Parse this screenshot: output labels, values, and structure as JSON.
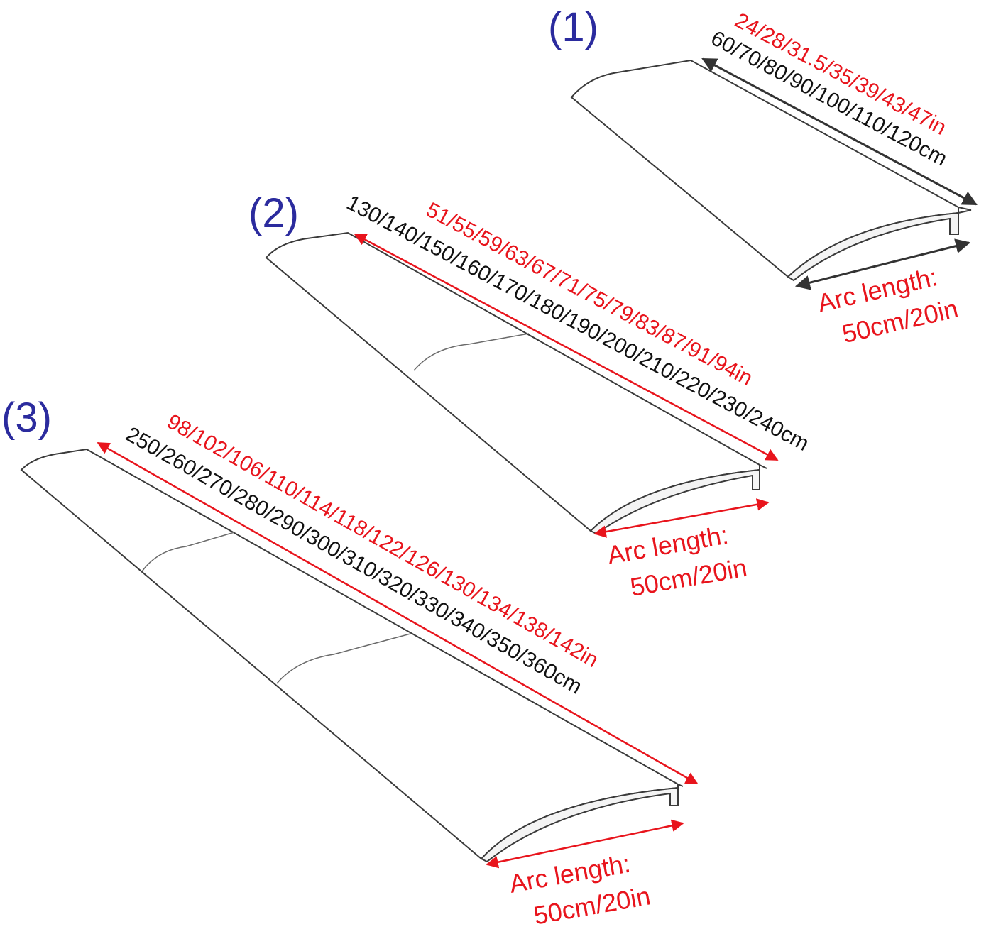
{
  "colors": {
    "label_number": "#2b2b9e",
    "red": "#e8141c",
    "black": "#111111"
  },
  "products": [
    {
      "id_label": "(1)",
      "inches": "24/28/31.5/35/39/43/47in",
      "cm": "60/70/80/90/100/110/120cm",
      "arc_line1": "Arc length:",
      "arc_line2": "50cm/20in",
      "sections": 1
    },
    {
      "id_label": "(2)",
      "inches": "51/55/59/63/67/71/75/79/83/87/91/94in",
      "cm": "130/140/150/160/170/180/190/200/210/220/230/240cm",
      "arc_line1": "Arc length:",
      "arc_line2": "50cm/20in",
      "sections": 2
    },
    {
      "id_label": "(3)",
      "inches": "98/102/106/110/114/118/122/126/130/134/138/142in",
      "cm": "250/260/270/280/290/300/310/320/330/340/350/360cm",
      "arc_line1": "Arc length:",
      "arc_line2": "50cm/20in",
      "sections": 3
    }
  ]
}
